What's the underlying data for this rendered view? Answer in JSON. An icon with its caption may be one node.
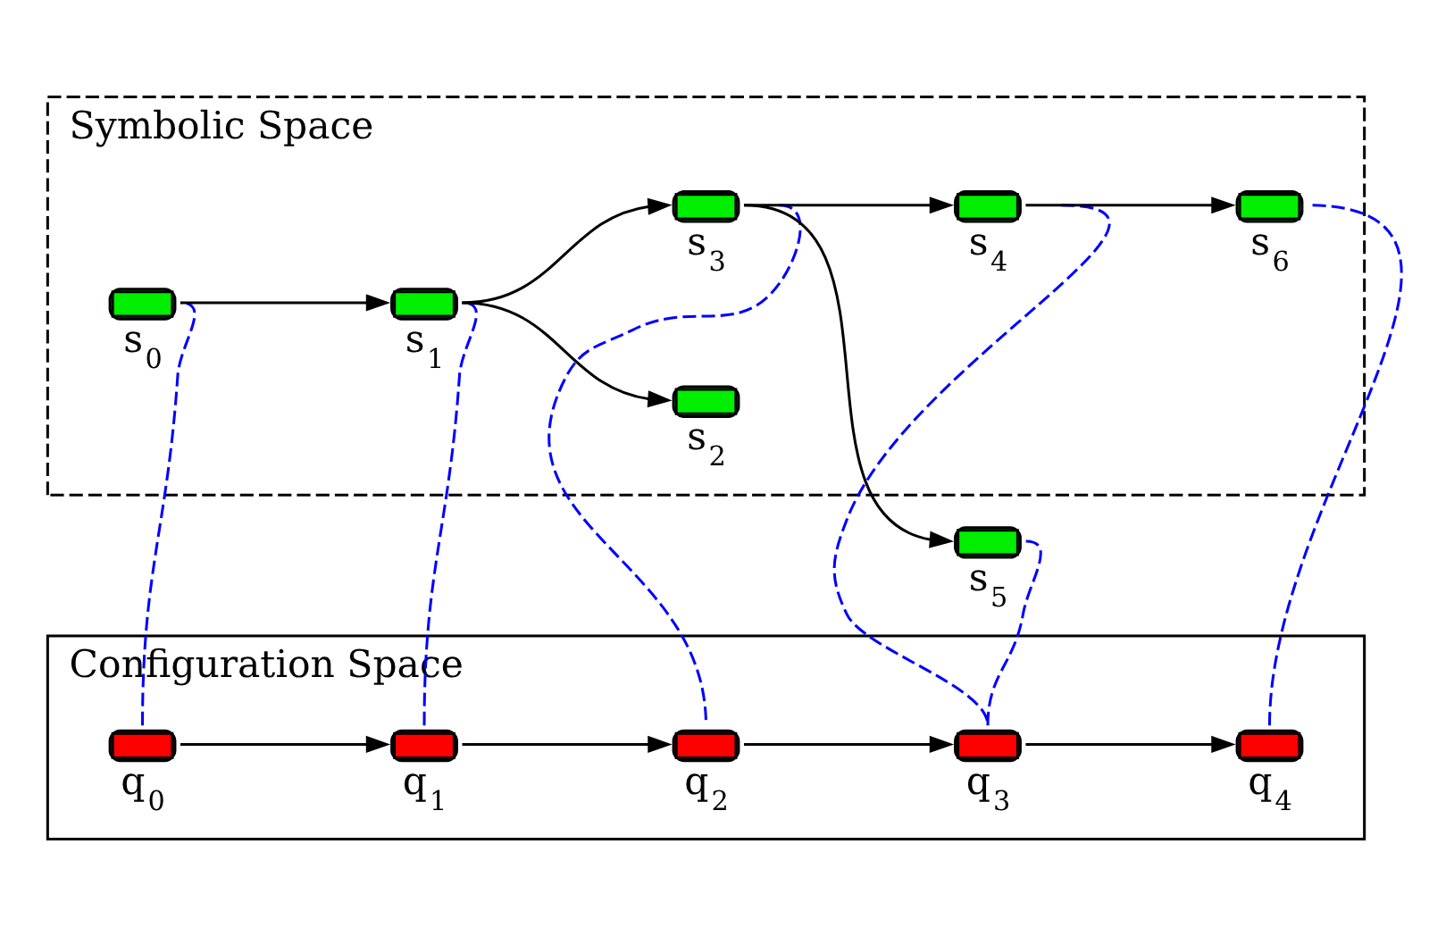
{
  "diagram": {
    "nodes": [
      {
        "text": [
          "Symbolic Space"
        ]
      },
      {
        "text": [],
        "shape": "ellipse",
        "beside": [
          "s$_{0}$"
        ],
        "in": 0
      },
      {
        "text": [],
        "shape": "ellipse",
        "beside": [
          "s$_{1}$"
        ],
        "in": 0
      },
      {
        "text": [],
        "shape": "ellipse",
        "beside": [
          "s$_{2}$"
        ],
        "in": 0
      },
      {
        "text": [],
        "shape": "ellipse",
        "beside": [
          "s$_{3}$"
        ],
        "in": 0
      },
      {
        "text": [],
        "shape": "ellipse",
        "beside": [
          "s$_{4}$"
        ],
        "in": 0
      },
      {
        "text": [],
        "shape": "ellipse",
        "beside": [
          "s$_{6}$"
        ],
        "in": 0
      },
      {
        "text": [
          "Configuration Space"
        ]
      },
      {
        "text": [],
        "shape": "ellipse",
        "beside": [
          "s$_{5}$"
        ]
      },
      {
        "text": [],
        "shape": "ellipse",
        "beside": [
          "q$_{0}$"
        ],
        "in": 7
      },
      {
        "text": [],
        "shape": "ellipse",
        "beside": [
          "q$_{1}$"
        ],
        "in": 7
      },
      {
        "text": [],
        "shape": "ellipse",
        "beside": [
          "q$_{2}$"
        ],
        "in": 7
      },
      {
        "text": [],
        "shape": "ellipse",
        "beside": [
          "q$_{3}$"
        ],
        "in": 7
      },
      {
        "text": [],
        "shape": "ellipse",
        "beside": [
          "q$_{4}$"
        ],
        "in": 7
      }
    ],
    "edges": [
      {
        "from": 1,
        "to": 2,
        "arrow": "to"
      },
      {
        "from": 2,
        "to": 3,
        "arrow": "to"
      },
      {
        "from": 2,
        "to": 4,
        "arrow": "to"
      },
      {
        "from": 4,
        "to": 5,
        "arrow": "to"
      },
      {
        "from": 4,
        "to": 8,
        "arrow": "to"
      },
      {
        "from": 5,
        "to": 6,
        "arrow": "to"
      },
      {
        "from": 9,
        "to": 10,
        "arrow": "to"
      },
      {
        "from": 10,
        "to": 11,
        "arrow": "to"
      },
      {
        "from": 11,
        "to": 12,
        "arrow": "to"
      },
      {
        "from": 12,
        "to": 13,
        "arrow": "to"
      },
      {
        "from": 1,
        "to": 9,
        "arrow": "none",
        "style": "dashed",
        "color": "#0000ff"
      },
      {
        "from": 2,
        "to": 10,
        "arrow": "none",
        "style": "dashed",
        "color": "#0000ff"
      },
      {
        "from": 4,
        "to": 11,
        "arrow": "none",
        "style": "dashed",
        "color": "#0000ff"
      },
      {
        "from": 5,
        "to": 12,
        "arrow": "none",
        "style": "dashed",
        "color": "#0000ff"
      },
      {
        "from": 8,
        "to": 12,
        "arrow": "none",
        "style": "dashed",
        "color": "#0000ff"
      },
      {
        "from": 6,
        "to": 13,
        "arrow": "none",
        "style": "dashed",
        "color": "#0000ff"
      }
    ]
  }
}
